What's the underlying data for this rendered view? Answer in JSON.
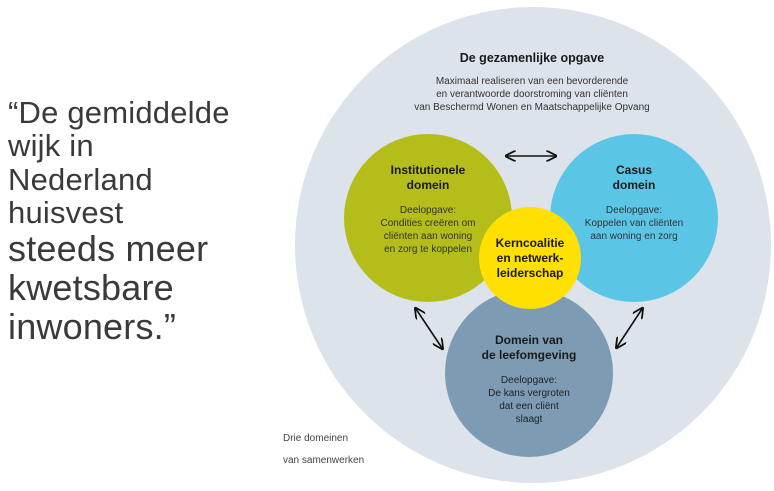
{
  "quote": {
    "lines": [
      "“De gemiddelde",
      "wijk in",
      "Nederland",
      "huisvest",
      "steeds meer",
      "kwetsbare",
      "inwoners.”"
    ]
  },
  "diagram": {
    "outer": {
      "title": "De gezamenlijke opgave",
      "desc": [
        "Maximaal realiseren van een bevorderende",
        "en verantwoorde doorstroming van cliënten",
        "van Beschermd Wonen en Maatschappelijke Opvang"
      ],
      "color": "#dde3ea"
    },
    "institutioneel": {
      "title": [
        "Institutionele",
        "domein"
      ],
      "desc": [
        "Deelopgave:",
        "Condities creëren om",
        "cliënten aan woning",
        "en zorg te koppelen"
      ],
      "color": "#b5bd1a"
    },
    "casus": {
      "title": [
        "Casus",
        "domein"
      ],
      "desc": [
        "Deelopgave:",
        "Koppelen van cliënten",
        "aan woning en zorg"
      ],
      "color": "#5bc5e6"
    },
    "leefomgeving": {
      "title": [
        "Domein van",
        "de leefomgeving"
      ],
      "desc": [
        "Deelopgave:",
        "De kans vergroten",
        "dat een cliënt",
        "slaagt"
      ],
      "color": "#7d9cb4"
    },
    "kern": {
      "title": [
        "Kerncoalitie",
        "en netwerk-",
        "leiderschap"
      ],
      "color": "#ffe000"
    }
  },
  "caption": [
    "Drie domeinen",
    "van samenwerken"
  ]
}
